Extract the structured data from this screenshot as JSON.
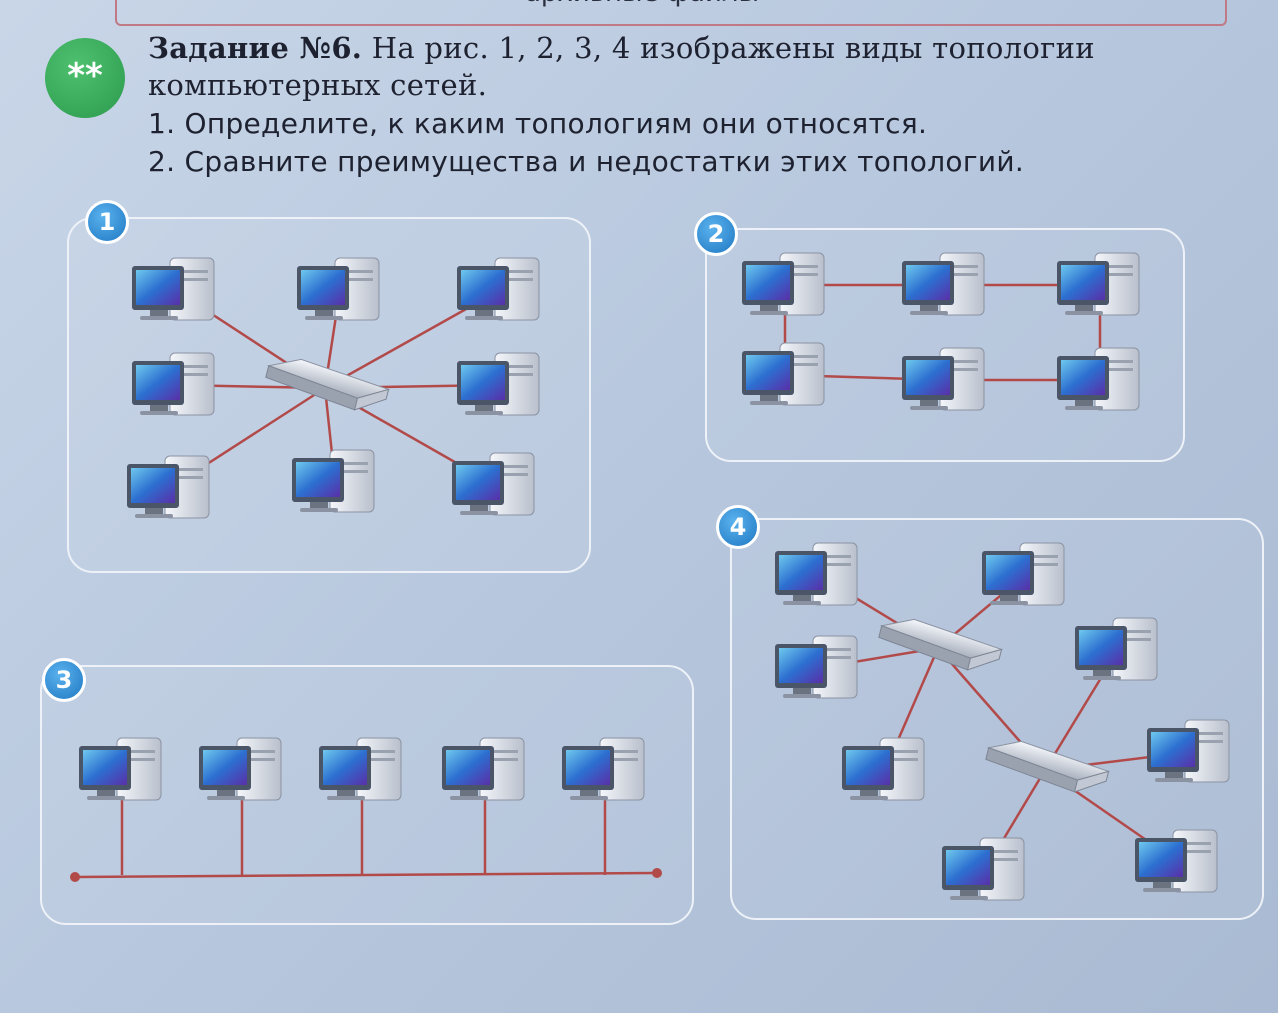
{
  "header": {
    "partial_text": "архивные файлы"
  },
  "badge": {
    "label": "**",
    "color": "#34a853"
  },
  "task": {
    "title": "Задание №6.",
    "intro_line1": "На рис. 1, 2, 3, 4 изображены виды топологии",
    "intro_line2": "компьютерных сетей.",
    "question1": "1. Определите, к каким топологиям они относятся.",
    "question2": "2. Сравните преимущества и недостатки этих топологий."
  },
  "figures": [
    {
      "number": "1",
      "icon": "computer-icon",
      "hub_icon": "switch-icon"
    },
    {
      "number": "2",
      "icon": "computer-icon"
    },
    {
      "number": "3",
      "icon": "computer-icon"
    },
    {
      "number": "4",
      "icon": "computer-icon",
      "hub_icon": "switch-icon"
    }
  ],
  "colors": {
    "cable": "#b24a4a",
    "panel_border": "#eef2f8",
    "number_badge": "#1f78c2"
  }
}
